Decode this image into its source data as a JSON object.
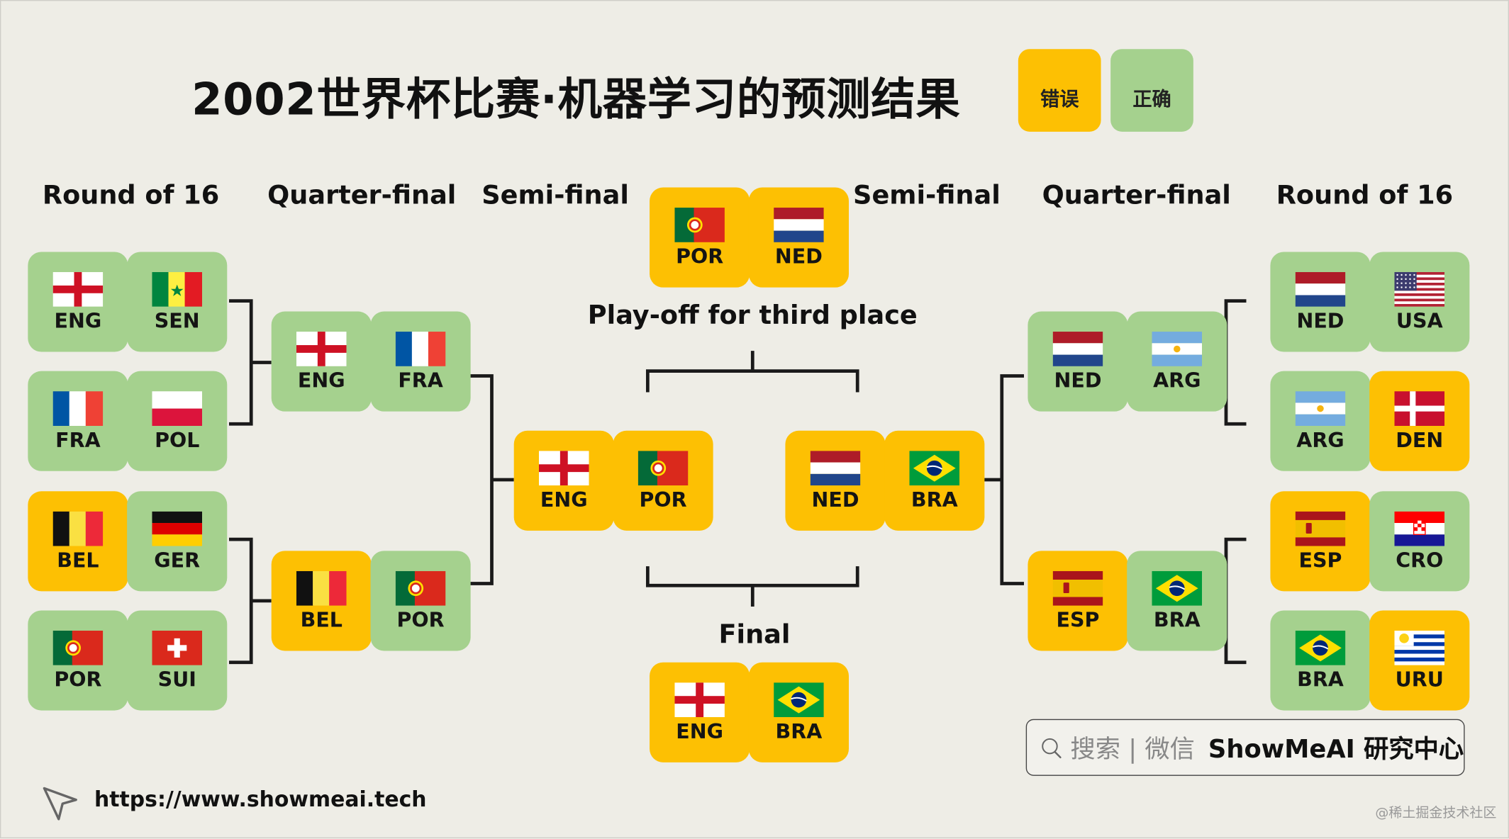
{
  "title": "2002世界杯比赛·机器学习的预测结果",
  "legend": {
    "wrong": "错误",
    "correct": "正确"
  },
  "colors": {
    "wrong": "#fdc003",
    "correct": "#a5d18e",
    "background": "#eeede6"
  },
  "rounds": {
    "left_r16": "Round of 16",
    "left_qf": "Quarter-final",
    "left_sf": "Semi-final",
    "right_sf": "Semi-final",
    "right_qf": "Quarter-final",
    "right_r16": "Round of 16"
  },
  "labels": {
    "third_place": "Play-off for third place",
    "final": "Final"
  },
  "matches": {
    "l_r16_1": [
      {
        "code": "ENG",
        "flag": "eng",
        "result": "correct"
      },
      {
        "code": "SEN",
        "flag": "sen",
        "result": "correct"
      }
    ],
    "l_r16_2": [
      {
        "code": "FRA",
        "flag": "fra",
        "result": "correct"
      },
      {
        "code": "POL",
        "flag": "pol",
        "result": "correct"
      }
    ],
    "l_r16_3": [
      {
        "code": "BEL",
        "flag": "bel",
        "result": "wrong"
      },
      {
        "code": "GER",
        "flag": "ger",
        "result": "correct"
      }
    ],
    "l_r16_4": [
      {
        "code": "POR",
        "flag": "por",
        "result": "correct"
      },
      {
        "code": "SUI",
        "flag": "sui",
        "result": "correct"
      }
    ],
    "l_qf_1": [
      {
        "code": "ENG",
        "flag": "eng",
        "result": "correct"
      },
      {
        "code": "FRA",
        "flag": "fra",
        "result": "correct"
      }
    ],
    "l_qf_2": [
      {
        "code": "BEL",
        "flag": "bel",
        "result": "wrong"
      },
      {
        "code": "POR",
        "flag": "por",
        "result": "correct"
      }
    ],
    "l_sf": [
      {
        "code": "ENG",
        "flag": "eng",
        "result": "wrong"
      },
      {
        "code": "POR",
        "flag": "por",
        "result": "wrong"
      }
    ],
    "third": [
      {
        "code": "POR",
        "flag": "por",
        "result": "wrong"
      },
      {
        "code": "NED",
        "flag": "ned",
        "result": "wrong"
      }
    ],
    "final": [
      {
        "code": "ENG",
        "flag": "eng",
        "result": "wrong"
      },
      {
        "code": "BRA",
        "flag": "bra",
        "result": "wrong"
      }
    ],
    "r_sf": [
      {
        "code": "NED",
        "flag": "ned",
        "result": "wrong"
      },
      {
        "code": "BRA",
        "flag": "bra",
        "result": "wrong"
      }
    ],
    "r_qf_1": [
      {
        "code": "NED",
        "flag": "ned",
        "result": "correct"
      },
      {
        "code": "ARG",
        "flag": "arg",
        "result": "correct"
      }
    ],
    "r_qf_2": [
      {
        "code": "ESP",
        "flag": "esp",
        "result": "wrong"
      },
      {
        "code": "BRA",
        "flag": "bra",
        "result": "correct"
      }
    ],
    "r_r16_1": [
      {
        "code": "NED",
        "flag": "ned",
        "result": "correct"
      },
      {
        "code": "USA",
        "flag": "usa",
        "result": "correct"
      }
    ],
    "r_r16_2": [
      {
        "code": "ARG",
        "flag": "arg",
        "result": "correct"
      },
      {
        "code": "DEN",
        "flag": "den",
        "result": "wrong"
      }
    ],
    "r_r16_3": [
      {
        "code": "ESP",
        "flag": "esp",
        "result": "wrong"
      },
      {
        "code": "CRO",
        "flag": "cro",
        "result": "correct"
      }
    ],
    "r_r16_4": [
      {
        "code": "BRA",
        "flag": "bra",
        "result": "correct"
      },
      {
        "code": "URU",
        "flag": "uru",
        "result": "wrong"
      }
    ]
  },
  "search": {
    "icon": "search-icon",
    "text": "搜索 | 微信",
    "brand": "ShowMeAI 研究中心"
  },
  "footer": {
    "icon": "cursor-icon",
    "url": "https://www.showmeai.tech",
    "watermark": "@稀土掘金技术社区"
  }
}
